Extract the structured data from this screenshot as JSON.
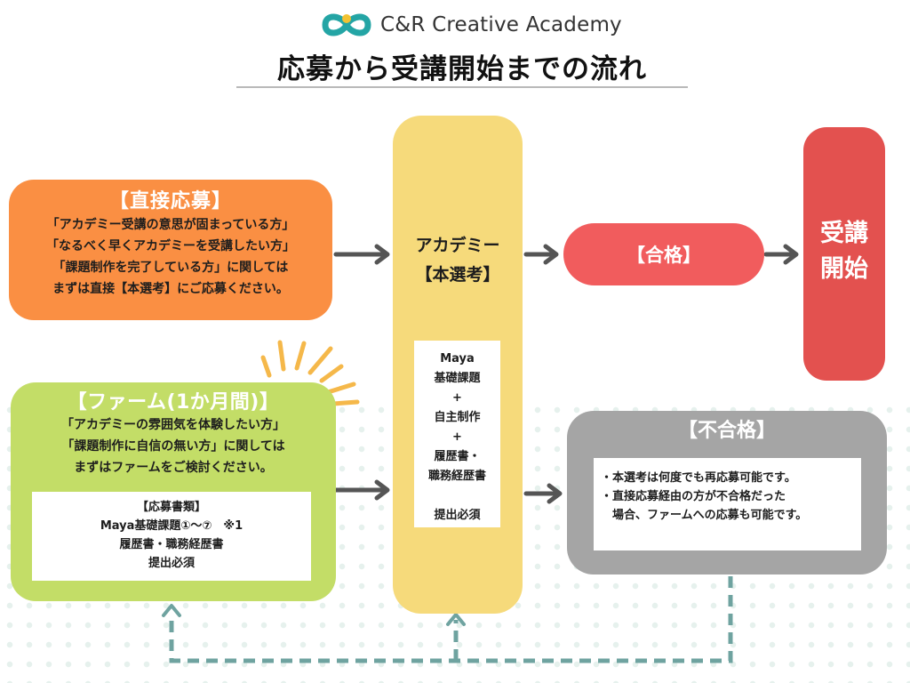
{
  "header": {
    "brand": "C&R Creative Academy",
    "logo_icon": "infinity-logo-icon",
    "title": "応募から受講開始までの流れ",
    "brand_colors": {
      "teal": "#24a5a5",
      "yellow": "#f2c232"
    }
  },
  "direct": {
    "heading": "【直接応募】",
    "lines": [
      "「アカデミー受講の意思が固まっている方」",
      "「なるべく早くアカデミーを受講したい方」",
      "「課題制作を完了している方」に関しては",
      "まずは直接【本選考】にご応募ください。"
    ],
    "color": "#fa8f43"
  },
  "farm": {
    "heading": "【ファーム(1か月間)】",
    "lines": [
      "「アカデミーの雰囲気を体験したい方」",
      "「課題制作に自信の無い方」に関しては",
      "まずはファームをご検討ください。"
    ],
    "docs": [
      "【応募書類】",
      "Maya基礎課題①〜⑦　※1",
      "履歴書・職務経歴書",
      "提出必須"
    ],
    "color": "#c3dd67"
  },
  "academy": {
    "heading": [
      "アカデミー",
      "【本選考】"
    ],
    "requirements": [
      "Maya",
      "基礎課題",
      "+",
      "自主制作",
      "+",
      "履歴書・",
      "職務経歴書",
      "",
      "提出必須"
    ],
    "color": "#f6da7b"
  },
  "pass": {
    "label": "【合格】",
    "color": "#f15c5d"
  },
  "start": {
    "lines": [
      "受講",
      "開始"
    ],
    "color": "#e3514f"
  },
  "fail": {
    "heading": "【不合格】",
    "notes": [
      "・本選考は何度でも再応募可能です。",
      "・直接応募経由の方が不合格だった",
      "　場合、ファームへの応募も可能です。"
    ],
    "color": "#a5a5a5"
  },
  "connectors": {
    "arrow_color": "#555555",
    "loop_color": "#6fa3a0",
    "highlight_color": "#f5b84a"
  }
}
